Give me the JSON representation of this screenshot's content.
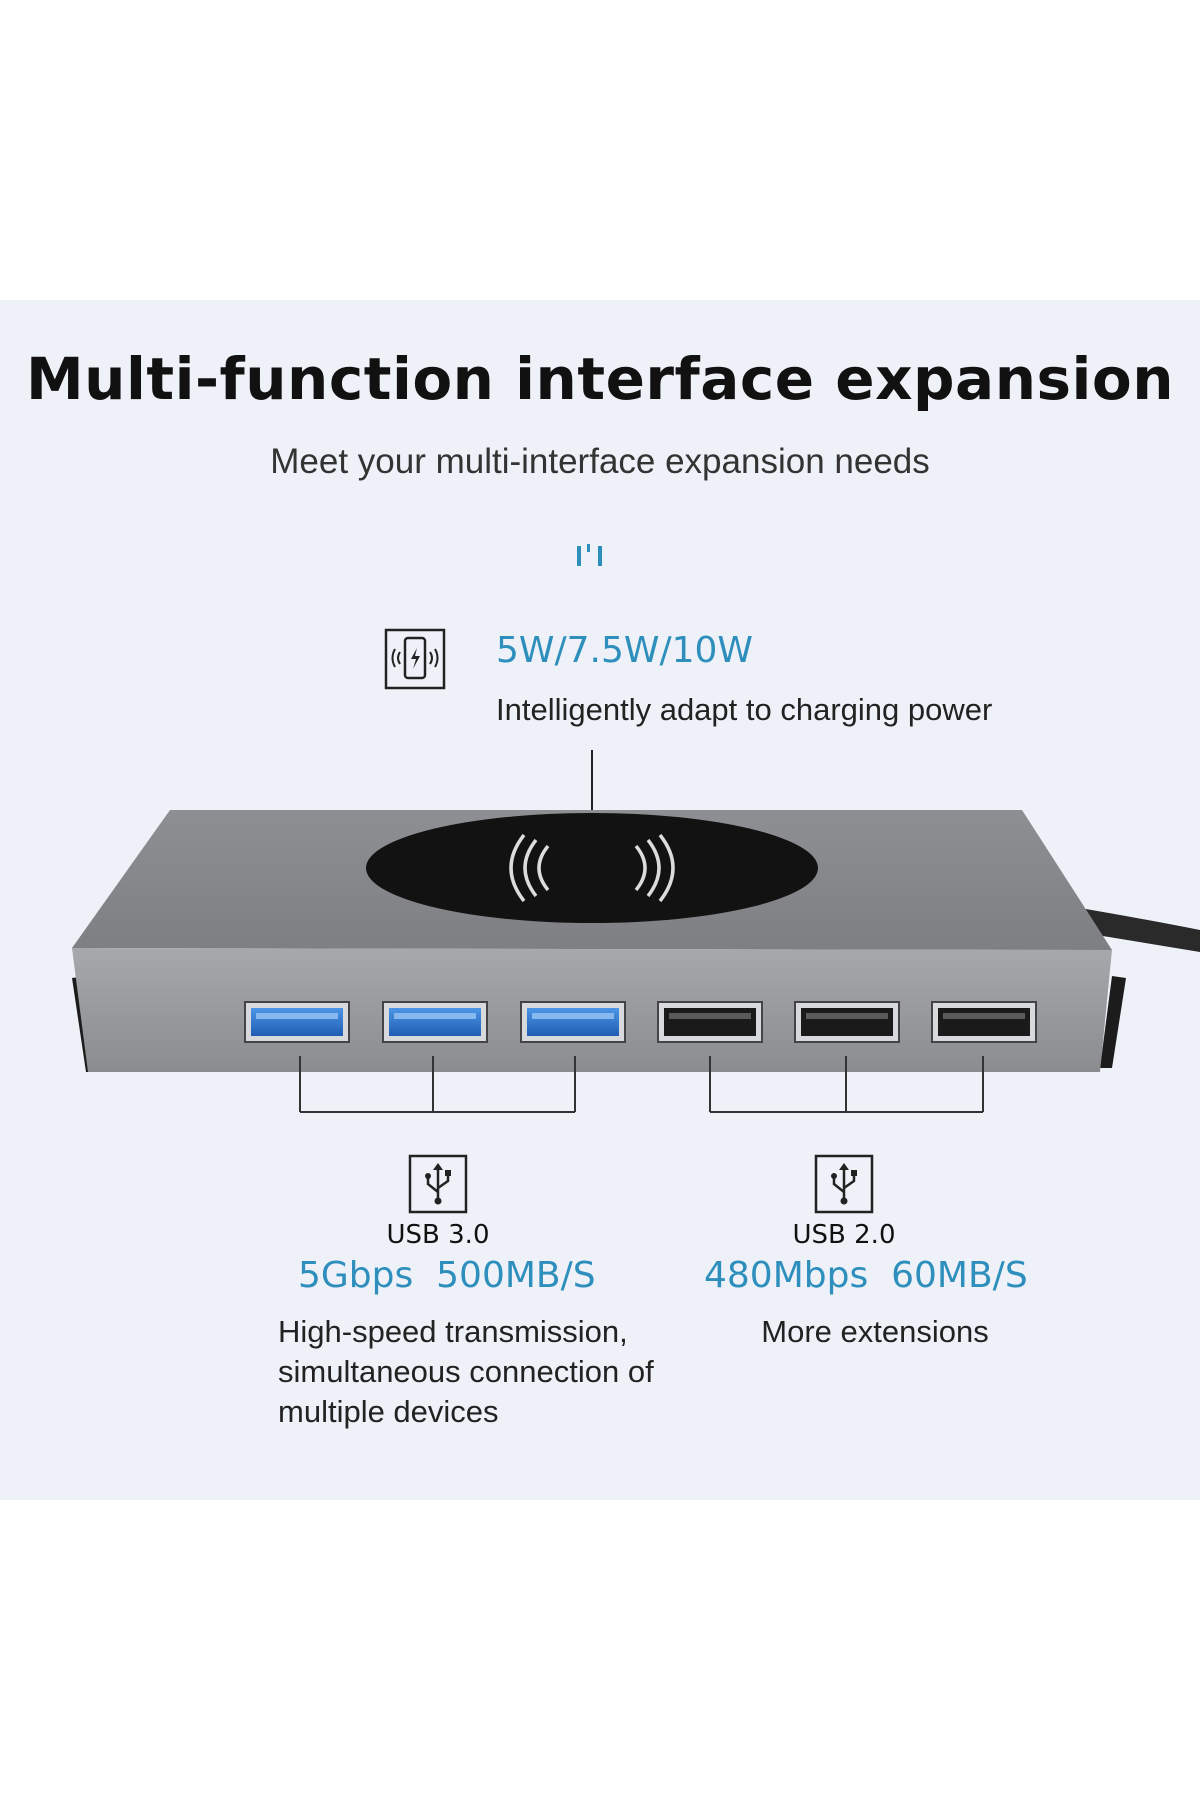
{
  "title": "Multi-function interface expansion",
  "subtitle": "Meet your multi-interface expansion needs",
  "wireless": {
    "icon": "wireless-charging-phone-icon",
    "power": "5W/7.5W/10W",
    "description": "Intelligently adapt to charging power"
  },
  "usb3": {
    "icon": "usb-icon",
    "label": "USB 3.0",
    "speed": "5Gbps  500MB/S",
    "description_lines": [
      "High-speed transmission,",
      "simultaneous connection of",
      "multiple devices"
    ],
    "port_count": 3,
    "accent": "#2f7fd6"
  },
  "usb2": {
    "icon": "usb-icon",
    "label": "USB 2.0",
    "speed": "480Mbps  60MB/S",
    "description": "More extensions",
    "port_count": 3
  },
  "colors": {
    "accent_text": "#2e8fbd",
    "panel_background": "#eef2f8",
    "hub_body": "#8c8e92",
    "charging_pad": "#111111"
  }
}
